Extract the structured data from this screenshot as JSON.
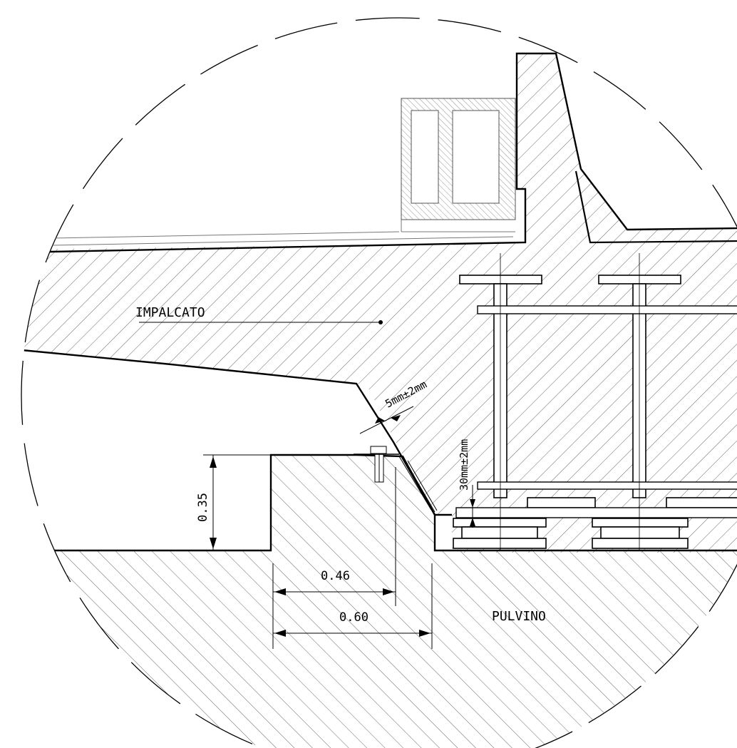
{
  "labels": {
    "deck": "IMPALCATO",
    "pier_cap": "PULVINO",
    "gap_slope": "5mm±2mm",
    "gap_vertical": "30mm±2mm"
  },
  "dimensions": {
    "height": "0.35",
    "inner_width": "0.46",
    "outer_width": "0.60"
  },
  "colors": {
    "line": "#000000",
    "hatch": "#555555",
    "background": "#ffffff"
  }
}
